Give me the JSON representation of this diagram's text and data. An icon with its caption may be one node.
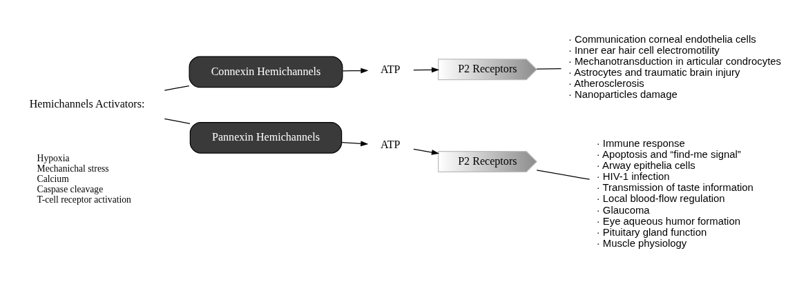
{
  "diagram": {
    "nodes": [
      {
        "text": [
          "Hemichannels Activators:"
        ]
      },
      {
        "text": [
          "Connexin Hemichannels"
        ]
      },
      {
        "text": [
          "ATP"
        ]
      },
      {
        "text": [
          "P2 Receptors"
        ]
      },
      {
        "text": [
          "Pannexin Hemichannels"
        ]
      },
      {
        "text": [
          "ATP"
        ]
      },
      {
        "text": [
          "P2 Receptors"
        ]
      },
      {
        "text": [
          "· Communication corneal endothelia cells",
          "· Inner ear hair cell electromotility",
          "· Mechanotransduction in articular condrocytes",
          "· Astrocytes and traumatic brain injury",
          "· Atherosclerosis",
          "· Nanoparticles damage"
        ]
      },
      {
        "text": [
          "· Immune response",
          "· Apoptosis and “find-me signal”",
          "· Arway epithelia cells",
          "· HIV-1 infection",
          "· Transmission of taste information",
          "· Local blood-flow regulation",
          "· Glaucoma",
          "· Eye aqueous humor formation",
          "· Pituitary gland function",
          "· Muscle physiology"
        ]
      }
    ],
    "edges": [
      {
        "from": 0,
        "to": 1,
        "arrow": "none"
      },
      {
        "from": 0,
        "to": 4,
        "arrow": "none"
      },
      {
        "from": 1,
        "to": 2,
        "arrow": "to"
      },
      {
        "from": 2,
        "to": 3,
        "arrow": "to"
      },
      {
        "from": 4,
        "to": 5,
        "arrow": "to"
      },
      {
        "from": 5,
        "to": 6,
        "arrow": "to"
      },
      {
        "from": 3,
        "to": 7,
        "arrow": "none"
      },
      {
        "from": 6,
        "to": 8,
        "arrow": "none"
      }
    ],
    "labels": [
      "Hypoxia",
      "Mechanichal stress",
      "Calcium",
      "Caspase cleavage",
      "T-cell receptor activation"
    ]
  }
}
